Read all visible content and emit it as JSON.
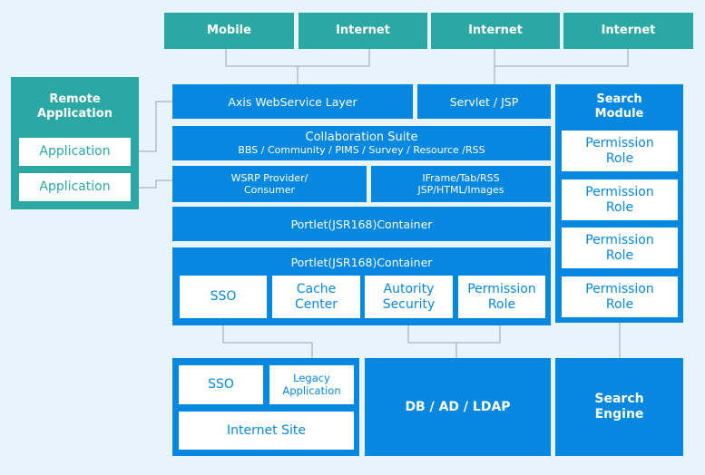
{
  "colors": {
    "background": "#E8F4FB",
    "teal": "#2BA8A3",
    "blue": "#0788E0",
    "white": "#FFFFFF",
    "connector": "#9AA4AC"
  },
  "top": {
    "mobile": "Mobile",
    "internet_1": "Internet",
    "internet_2": "Internet",
    "internet_3": "Internet"
  },
  "remote": {
    "title_line1": "Remote",
    "title_line2": "Application",
    "app_1": "Application",
    "app_2": "Application"
  },
  "axis": "Axis WebService Layer",
  "servlet": "Servlet / JSP",
  "collab": {
    "title": "Collaboration Suite",
    "sub": "BBS / Community / PIMS / Survey / Resource /RSS"
  },
  "wsrp": {
    "line1": "WSRP Provider/",
    "line2": "Consumer"
  },
  "iframe": {
    "line1": "IFrame/Tab/RSS",
    "line2": "JSP/HTML/Images"
  },
  "portlet_1": "Portlet(JSR168)Container",
  "portlet_2": {
    "title": "Portlet(JSR168)Container",
    "sso": "SSO",
    "cache_line1": "Cache",
    "cache_line2": "Center",
    "auth_line1": "Autority",
    "auth_line2": "Security",
    "perm_line1": "Permission",
    "perm_line2": "Role"
  },
  "search_module": {
    "title_line1": "Search",
    "title_line2": "Module",
    "items": [
      {
        "line1": "Permission",
        "line2": "Role"
      },
      {
        "line1": "Permission",
        "line2": "Role"
      },
      {
        "line1": "Permission",
        "line2": "Role"
      },
      {
        "line1": "Permission",
        "line2": "Role"
      }
    ]
  },
  "bottom_left": {
    "sso": "SSO",
    "legacy_line1": "Legacy",
    "legacy_line2": "Application",
    "internet_site": "Internet Site"
  },
  "db": "DB / AD / LDAP",
  "search_engine": {
    "line1": "Search",
    "line2": "Engine"
  }
}
